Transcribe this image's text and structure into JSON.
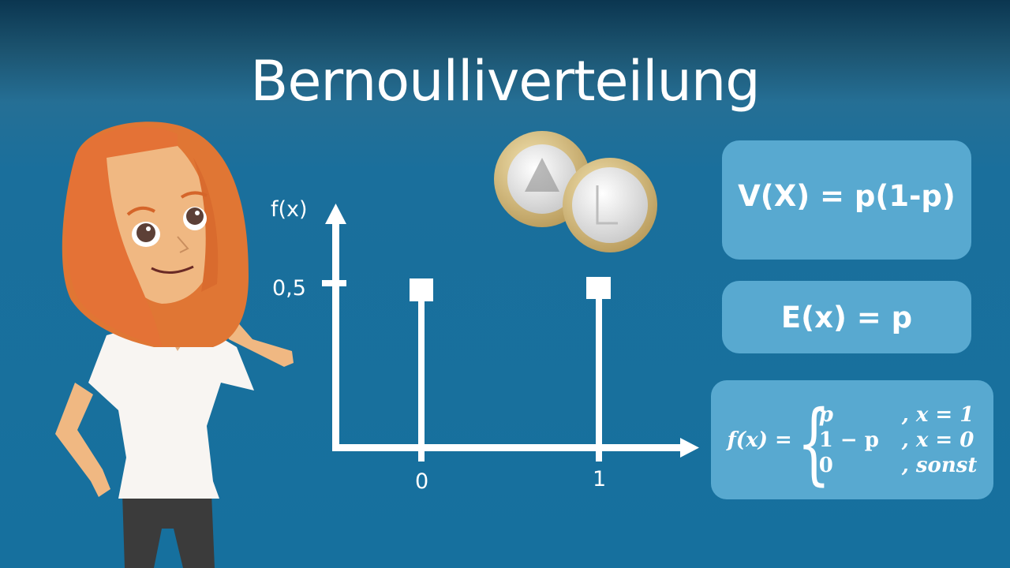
{
  "slide": {
    "title": "Bernoulliverteilung",
    "background_colors": [
      "#0b3650",
      "#16709e"
    ],
    "box_color": "#58a9d0"
  },
  "formulas": {
    "variance": "V(X) = p(1-p)",
    "expectation": "E(x) = p",
    "pmf": {
      "lhs": "f(x) =",
      "cases": [
        {
          "value": "p",
          "condition": ", x = 1"
        },
        {
          "value": "1 − p",
          "condition": ", x = 0"
        },
        {
          "value": "0",
          "condition": ", sonst"
        }
      ]
    }
  },
  "chart_data": {
    "type": "bar",
    "style": "stem plot with square markers",
    "title": "",
    "categories": [
      "0",
      "1"
    ],
    "values": [
      0.5,
      0.5
    ],
    "xlabel": "",
    "ylabel": "f(x)",
    "yticks": [
      "0,5"
    ],
    "xticks": [
      "0",
      "1"
    ],
    "ylim": [
      0,
      0.85
    ],
    "grid": false,
    "legend": null
  },
  "axis": {
    "y_label": "f(x)",
    "y_tick": "0,5",
    "x_tick_0": "0",
    "x_tick_1": "1"
  },
  "illustrations": {
    "character": "cartoon woman with orange hair, white shirt",
    "coins": "two 1-euro coins (German eagle side and common side)"
  }
}
